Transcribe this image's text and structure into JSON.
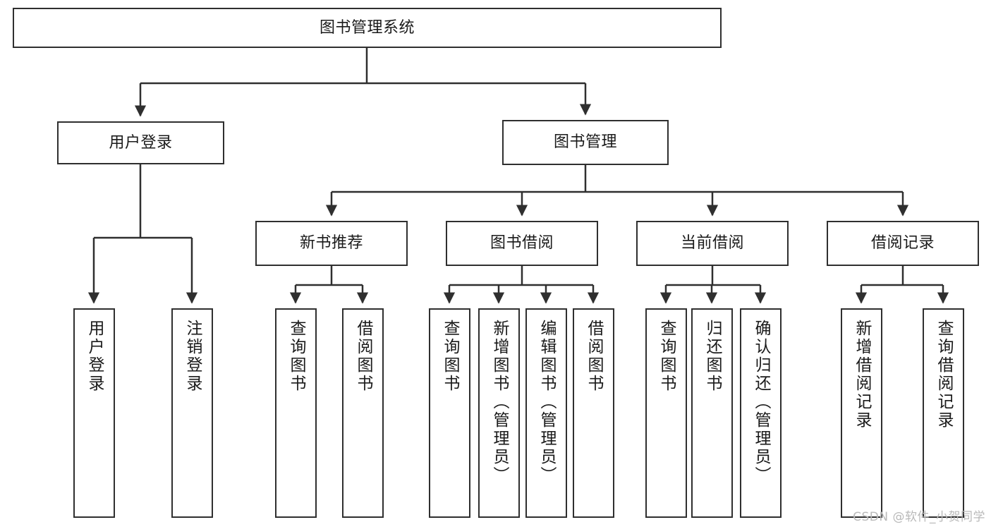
{
  "diagram": {
    "title": "图书管理系统",
    "watermark": "CSDN @软件_小贺同学",
    "stroke_color": "#2f2f2f",
    "background_color": "#ffffff",
    "text_color": "#1a1a1a",
    "levels": {
      "root": {
        "label": "图书管理系统"
      },
      "level2": [
        {
          "label": "用户登录"
        },
        {
          "label": "图书管理"
        }
      ],
      "level3": [
        {
          "label": "新书推荐"
        },
        {
          "label": "图书借阅"
        },
        {
          "label": "当前借阅"
        },
        {
          "label": "借阅记录"
        }
      ],
      "leaves": {
        "user_login": [
          {
            "label": "用户登录"
          },
          {
            "label": "注销登录"
          }
        ],
        "new_book_recommend": [
          {
            "label": "查询图书"
          },
          {
            "label": "借阅图书"
          }
        ],
        "book_borrow": [
          {
            "label": "查询图书"
          },
          {
            "label": "新增图书（管理员）"
          },
          {
            "label": "编辑图书（管理员）"
          },
          {
            "label": "借阅图书"
          }
        ],
        "current_borrow": [
          {
            "label": "查询图书"
          },
          {
            "label": "归还图书"
          },
          {
            "label": "确认归还（管理员）"
          }
        ],
        "borrow_record": [
          {
            "label": "新增借阅记录"
          },
          {
            "label": "查询借阅记录"
          }
        ]
      }
    }
  }
}
